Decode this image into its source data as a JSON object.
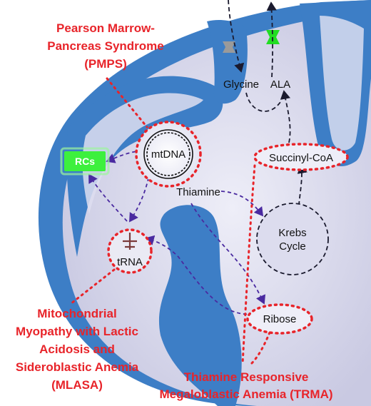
{
  "diseases": {
    "pmps": [
      "Pearson Marrow-",
      "Pancreas Syndrome",
      "(PMPS)"
    ],
    "mlasa": [
      "Mitochondrial",
      "Myopathy with Lactic",
      "Acidosis and",
      "Sideroblastic Anemia",
      "(MLASA)"
    ],
    "trma": [
      "Thiamine Responsive",
      "Megaloblastic Anemia (TRMA)"
    ]
  },
  "nodes": {
    "rcs": "RCs",
    "mtdna": "mtDNA",
    "trna": "tRNA",
    "thiamine": "Thiamine",
    "glycine": "Glycine",
    "ala": "ALA",
    "succinyl": "Succinyl-CoA",
    "krebs": [
      "Krebs",
      "Cycle"
    ],
    "ribose": "Ribose"
  },
  "colors": {
    "outer_membrane": "#3d7ec6",
    "matrix": "#dcdcef",
    "cristae": "#3d7ec6",
    "disease_red": "#e8242a",
    "arrow_purple": "#4a2aa0",
    "arrow_dark": "#1a1a2e",
    "rc_green": "#3df03d",
    "ala_transporter": "#22dd22",
    "glycine_transporter": "#9a9a9a"
  }
}
